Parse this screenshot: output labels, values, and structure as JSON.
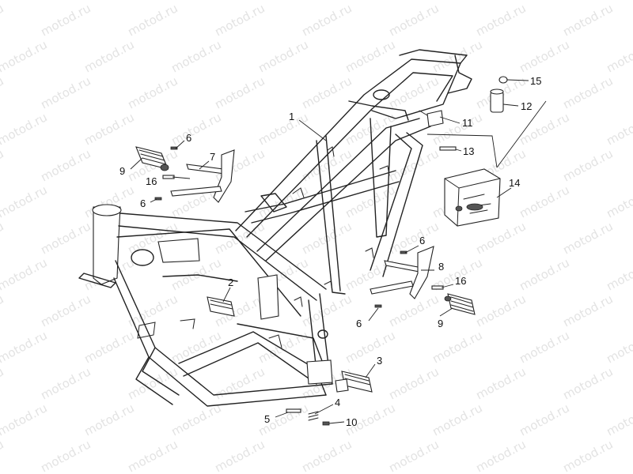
{
  "watermark": "motod.ru",
  "callouts": [
    {
      "id": "c1",
      "text": "1"
    },
    {
      "id": "c2",
      "text": "2"
    },
    {
      "id": "c3",
      "text": "3"
    },
    {
      "id": "c4",
      "text": "4"
    },
    {
      "id": "c5",
      "text": "5"
    },
    {
      "id": "c6a",
      "text": "6"
    },
    {
      "id": "c6b",
      "text": "6"
    },
    {
      "id": "c6c",
      "text": "6"
    },
    {
      "id": "c6d",
      "text": "6"
    },
    {
      "id": "c7",
      "text": "7"
    },
    {
      "id": "c8",
      "text": "8"
    },
    {
      "id": "c9a",
      "text": "9"
    },
    {
      "id": "c9b",
      "text": "9"
    },
    {
      "id": "c10",
      "text": "10"
    },
    {
      "id": "c11",
      "text": "11"
    },
    {
      "id": "c12",
      "text": "12"
    },
    {
      "id": "c13",
      "text": "13"
    },
    {
      "id": "c14",
      "text": "14"
    },
    {
      "id": "c15",
      "text": "15"
    },
    {
      "id": "c16a",
      "text": "16"
    },
    {
      "id": "c16b",
      "text": "16"
    }
  ]
}
